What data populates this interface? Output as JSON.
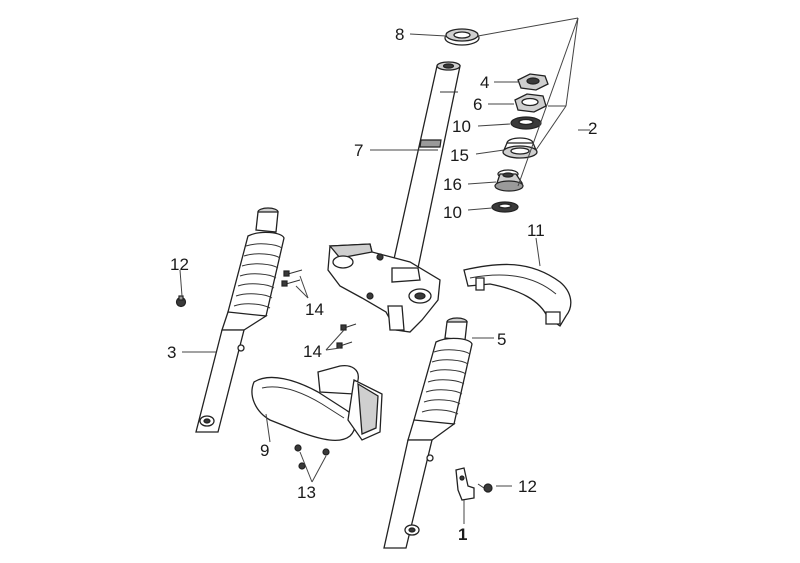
{
  "callouts": {
    "c1": "1",
    "c2": "2",
    "c3": "3",
    "c4": "4",
    "c5": "5",
    "c6": "6",
    "c7": "7",
    "c8": "8",
    "c9": "9",
    "c10a": "10",
    "c10b": "10",
    "c11": "11",
    "c12a": "12",
    "c12b": "12",
    "c13": "13",
    "c14a": "14",
    "c14b": "14",
    "c15": "15",
    "c16": "16"
  }
}
